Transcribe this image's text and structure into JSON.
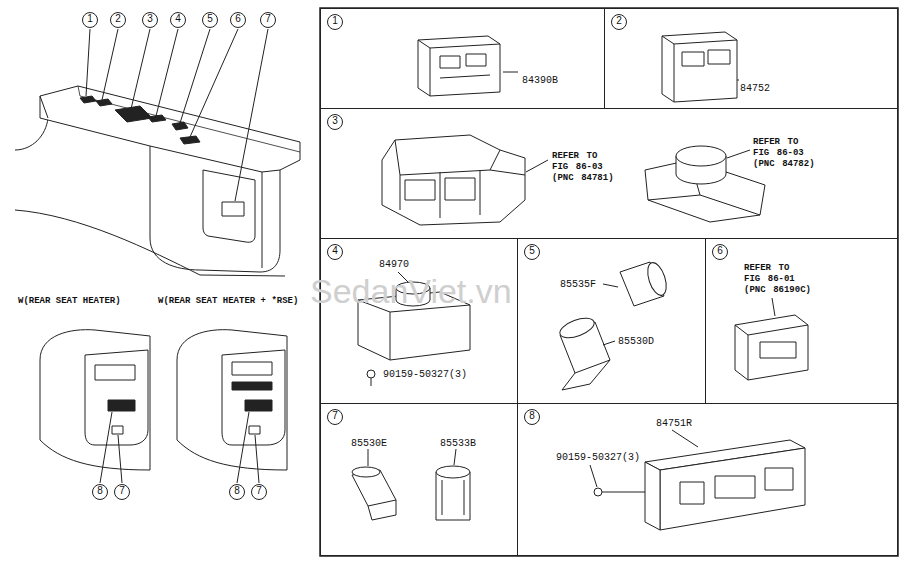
{
  "diagram": {
    "nodes": [
      {
        "text": [
          "1",
          "84390B"
        ]
      },
      {
        "text": [
          "2",
          "84752"
        ]
      },
      {
        "text": [
          "3",
          "REFER TO FIG 86-03 (PNC 84781)",
          "REFER TO FIG 86-03 (PNC 84782)"
        ]
      },
      {
        "text": [
          "4",
          "84970",
          "90159-50327(3)"
        ]
      },
      {
        "text": [
          "5",
          "85535F",
          "85530D"
        ]
      },
      {
        "text": [
          "6",
          "REFER TO FIG 86-01 (PNC 86190C)"
        ]
      },
      {
        "text": [
          "7",
          "85530E",
          "85533B"
        ]
      },
      {
        "text": [
          "8",
          "84751R",
          "90159-50327(3)"
        ]
      }
    ],
    "labels": [
      "1",
      "2",
      "3",
      "4",
      "5",
      "6",
      "7",
      "W(REAR SEAT HEATER)",
      "W(REAR SEAT HEATER + *RSE)",
      "8",
      "7",
      "8",
      "7",
      "SedanViet.vn"
    ]
  }
}
